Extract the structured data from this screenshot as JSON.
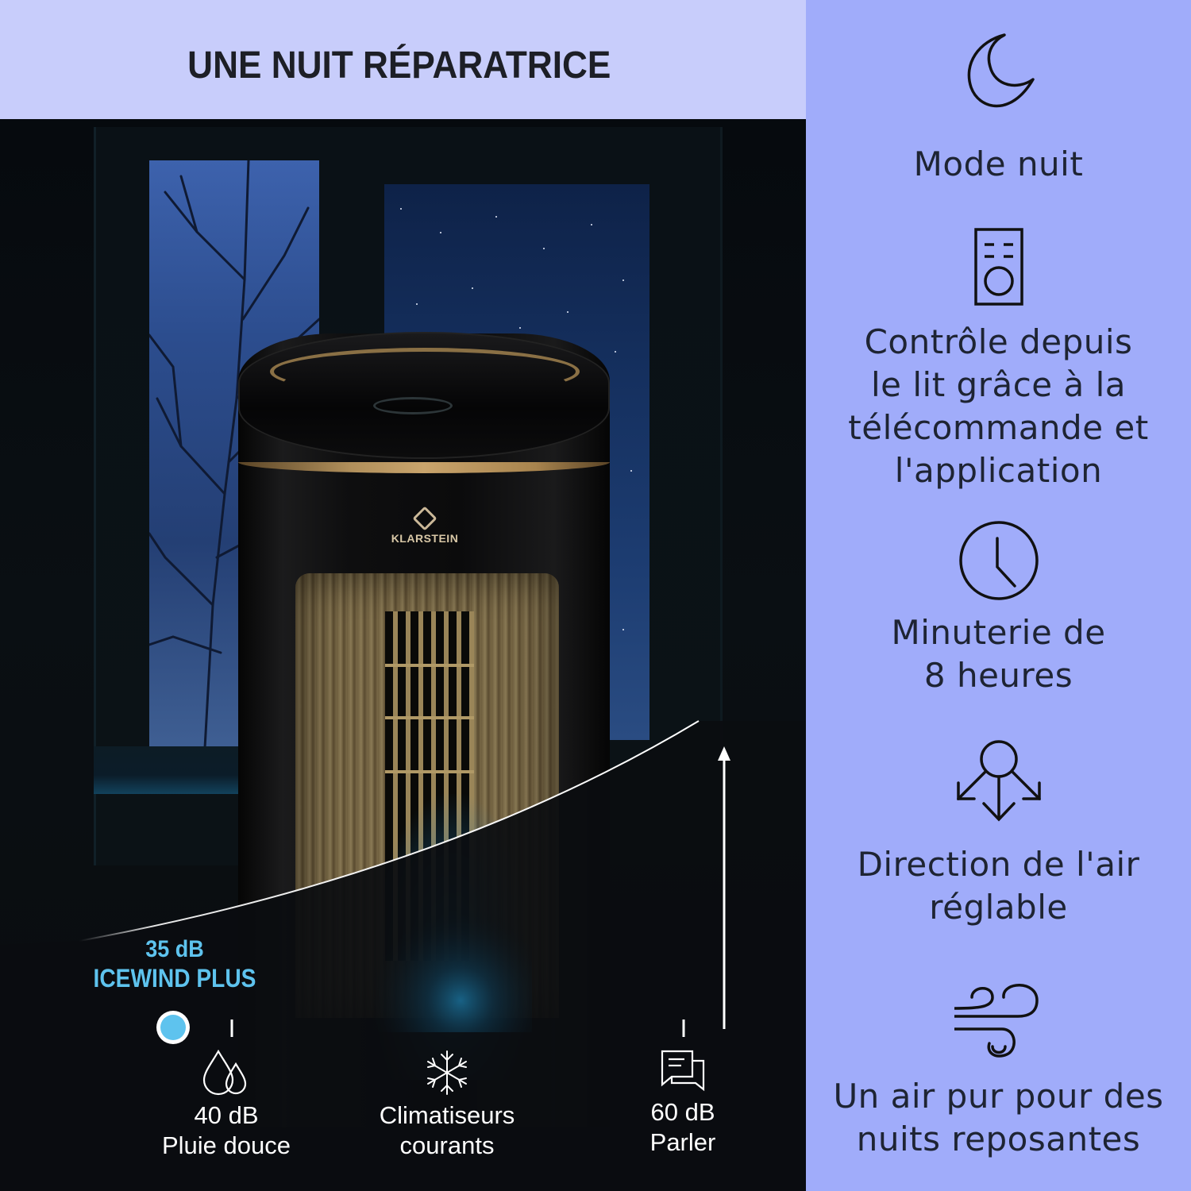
{
  "header": {
    "title": "UNE NUIT RÉPARATRICE"
  },
  "product": {
    "brand": "KLARSTEIN"
  },
  "noise_scale": {
    "highlight": {
      "value": "35 dB",
      "name": "ICEWIND PLUS",
      "color": "#5ec3ee"
    },
    "markers": [
      {
        "icon": "water-drops-icon",
        "line1": "40 dB",
        "line2": "Pluie douce"
      },
      {
        "icon": "snowflake-icon",
        "line1": "Climatiseurs",
        "line2": "courants"
      },
      {
        "icon": "speech-bubbles-icon",
        "line1": "60 dB",
        "line2": "Parler"
      }
    ]
  },
  "features": [
    {
      "icon": "moon-icon",
      "lines": [
        "Mode nuit"
      ]
    },
    {
      "icon": "remote-control-icon",
      "lines": [
        "Contrôle depuis",
        "le lit grâce à la",
        "télécommande et",
        "l'application"
      ]
    },
    {
      "icon": "clock-icon",
      "lines": [
        "Minuterie de",
        "8 heures"
      ]
    },
    {
      "icon": "air-direction-icon",
      "lines": [
        "Direction de l'air",
        "réglable"
      ]
    },
    {
      "icon": "wind-icon",
      "lines": [
        "Un air pur pour des",
        "nuits reposantes"
      ]
    }
  ],
  "colors": {
    "header_bg": "#c8cdfb",
    "sidebar_bg": "#a0acfa",
    "accent_blue": "#5ec3ee",
    "text_dark": "#1e2433"
  }
}
